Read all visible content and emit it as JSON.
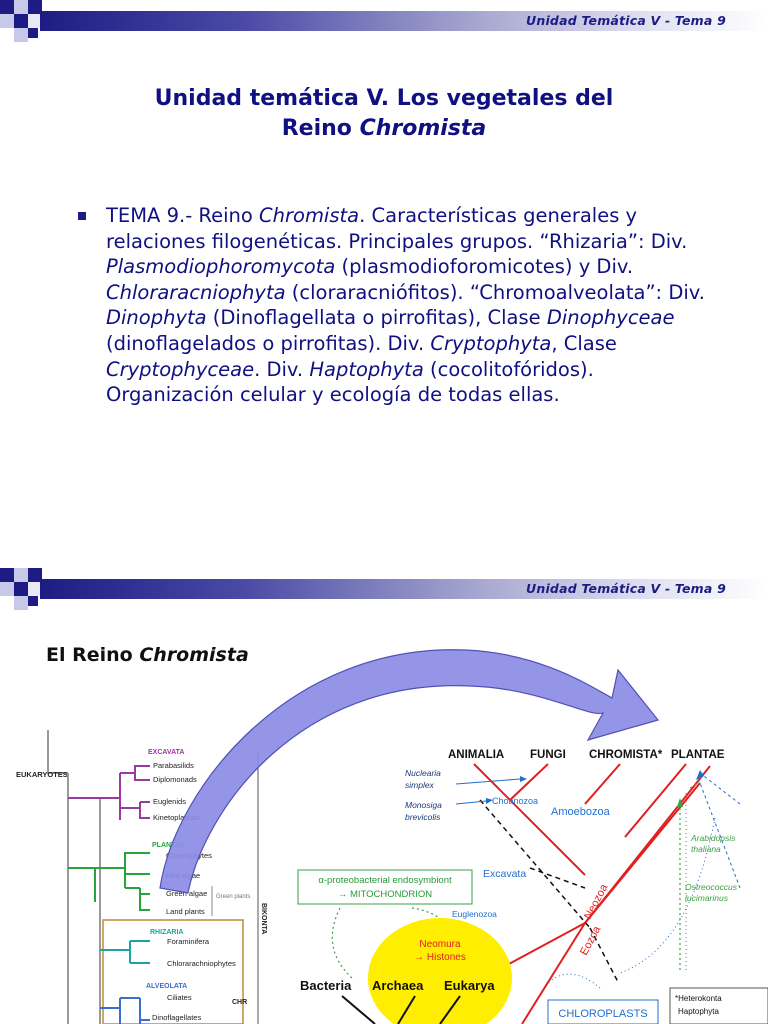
{
  "header": {
    "unit_label": "Unidad Temática  V - Tema 9"
  },
  "slide1": {
    "title_line1": "Unidad temática V. Los vegetales del",
    "title_line2_prefix": "Reino ",
    "title_line2_italic": "Chromista",
    "bullet": {
      "segments": [
        {
          "t": "TEMA 9.- Reino ",
          "i": false
        },
        {
          "t": "Chromista",
          "i": true
        },
        {
          "t": ". Características generales y relaciones filogenéticas. Principales grupos. “Rhizaria”: Div. ",
          "i": false
        },
        {
          "t": "Plasmodiophoromycota",
          "i": true
        },
        {
          "t": " (plasmodioforomicotes) y Div. ",
          "i": false
        },
        {
          "t": "Chloraracniophyta",
          "i": true
        },
        {
          "t": " (cloraracniófitos). “Chromoalveolata”: Div. ",
          "i": false
        },
        {
          "t": "Dinophyta",
          "i": true
        },
        {
          "t": " (Dinoflagellata o pirrofitas), Clase ",
          "i": false
        },
        {
          "t": "Dinophyceae",
          "i": true
        },
        {
          "t": " (dinoflagelados o pirrofitas). Div. ",
          "i": false
        },
        {
          "t": "Cryptophyta",
          "i": true
        },
        {
          "t": ", Clase ",
          "i": false
        },
        {
          "t": "Cryptophyceae",
          "i": true
        },
        {
          "t": ". Div. ",
          "i": false
        },
        {
          "t": "Haptophyta",
          "i": true
        },
        {
          "t": " (cocolitofóridos). Organización celular y ecología de todas ellas.",
          "i": false
        }
      ]
    }
  },
  "slide2": {
    "title_prefix": "El Reino ",
    "title_italic": "Chromista",
    "left_tree": {
      "root": "EUKARYOTES",
      "side_label": "BIKONTA",
      "excavata": {
        "label": "EXCAVATA",
        "items": [
          "Parabasilids",
          "Diplomonads",
          "Euglenids",
          "Kinetoplastids"
        ]
      },
      "plantae": {
        "label": "PLANTAE",
        "items": [
          "Glaucophytes",
          "Red algae",
          "Green algae",
          "Land plants"
        ],
        "bracket": "Green plants"
      },
      "rhizaria": {
        "label": "RHIZARIA",
        "items": [
          "Foraminifera",
          "Chlorarachniophytes"
        ]
      },
      "alveolata": {
        "label": "ALVEOLATA",
        "items": [
          "Ciliates",
          "Dinoflagellates"
        ]
      },
      "chr_label": "CHR"
    },
    "right_tree": {
      "top": [
        "ANIMALIA",
        "FUNGI",
        "CHROMISTA*",
        "PLANTAE"
      ],
      "nuclearia": "Nuclearia simplex",
      "monosiga": "Monosiga brevicolis",
      "choanozoa": "Choanozoa",
      "amoebozoa": "Amoebozoa",
      "excavata": "Excavata",
      "euglenozoa": "Euglenozoa",
      "neozoa": "Neozoa",
      "eozoa": "Eozoa",
      "endosymbiont_line1": "α-proteobacterial endosymbiont",
      "endosymbiont_line2": "→ MITOCHONDRION",
      "neomura_line1": "Neomura",
      "neomura_line2": "→ Histones",
      "domains": [
        "Bacteria",
        "Archaea",
        "Eukarya"
      ],
      "arabidopsis": "Arabidopsis thaliana",
      "ostreococcus": "Ostreococcus lucimarinus",
      "chloroplasts": "CHLOROPLASTS",
      "footnote": [
        "*Heterokonta",
        "Haptophyta"
      ]
    },
    "colors": {
      "excavata": "#9a3aa0",
      "plantae": "#27a53b",
      "rhizaria": "#1aa5a5",
      "alveolata": "#3a6ed0",
      "red_tree": "#e02020",
      "blue_text": "#1f6fd0",
      "arrow_fill": "#8c8ce6"
    }
  }
}
